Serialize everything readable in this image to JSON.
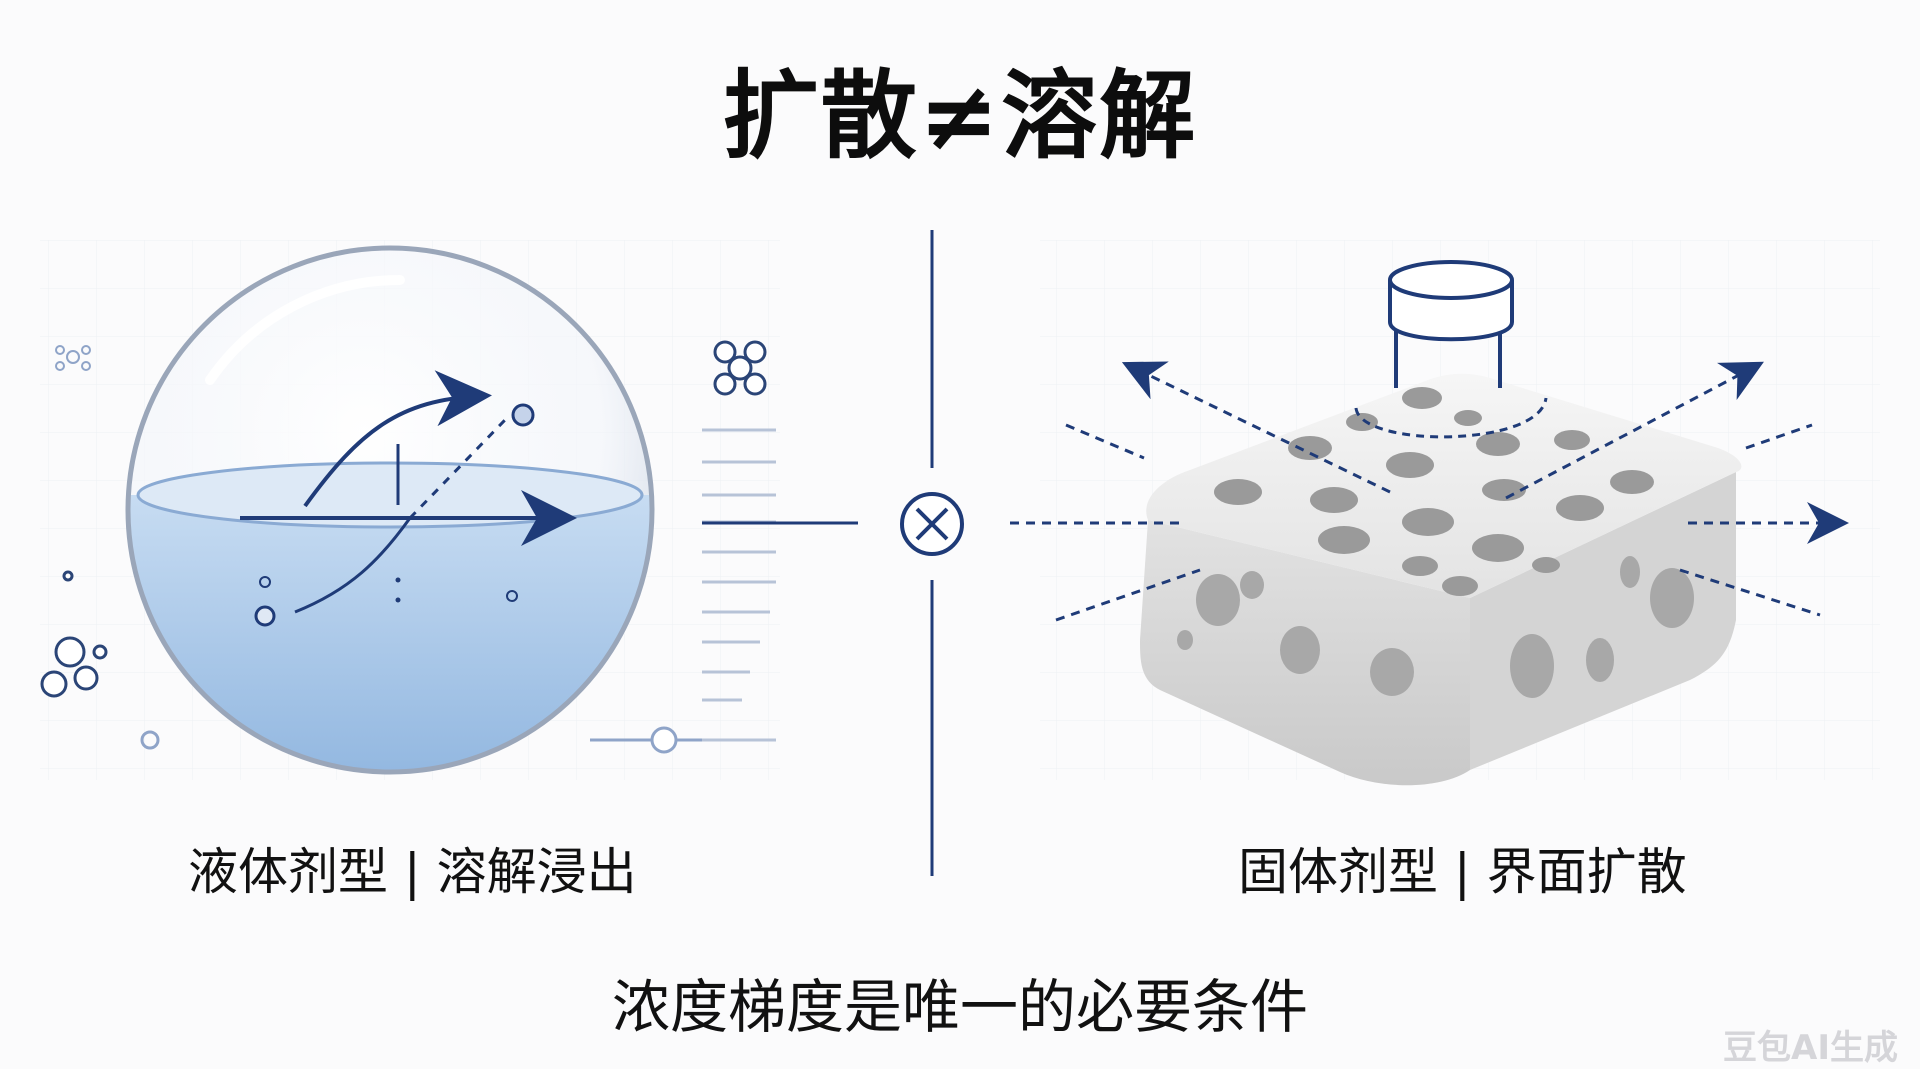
{
  "title": "扩散≠溶解",
  "left_panel": {
    "label": "液体剂型 | 溶解浸出",
    "vessel": "sphere-icon"
  },
  "right_panel": {
    "label": "固体剂型 | 界面扩散",
    "object": "porous-block-icon"
  },
  "divider": {
    "symbol": "otimes-icon"
  },
  "conclusion": "浓度梯度是唯一的必要条件",
  "watermark": "豆包AI生成",
  "colors": {
    "accent": "#1f3b78",
    "water": "#9fc1e6",
    "block": "#ececec"
  }
}
